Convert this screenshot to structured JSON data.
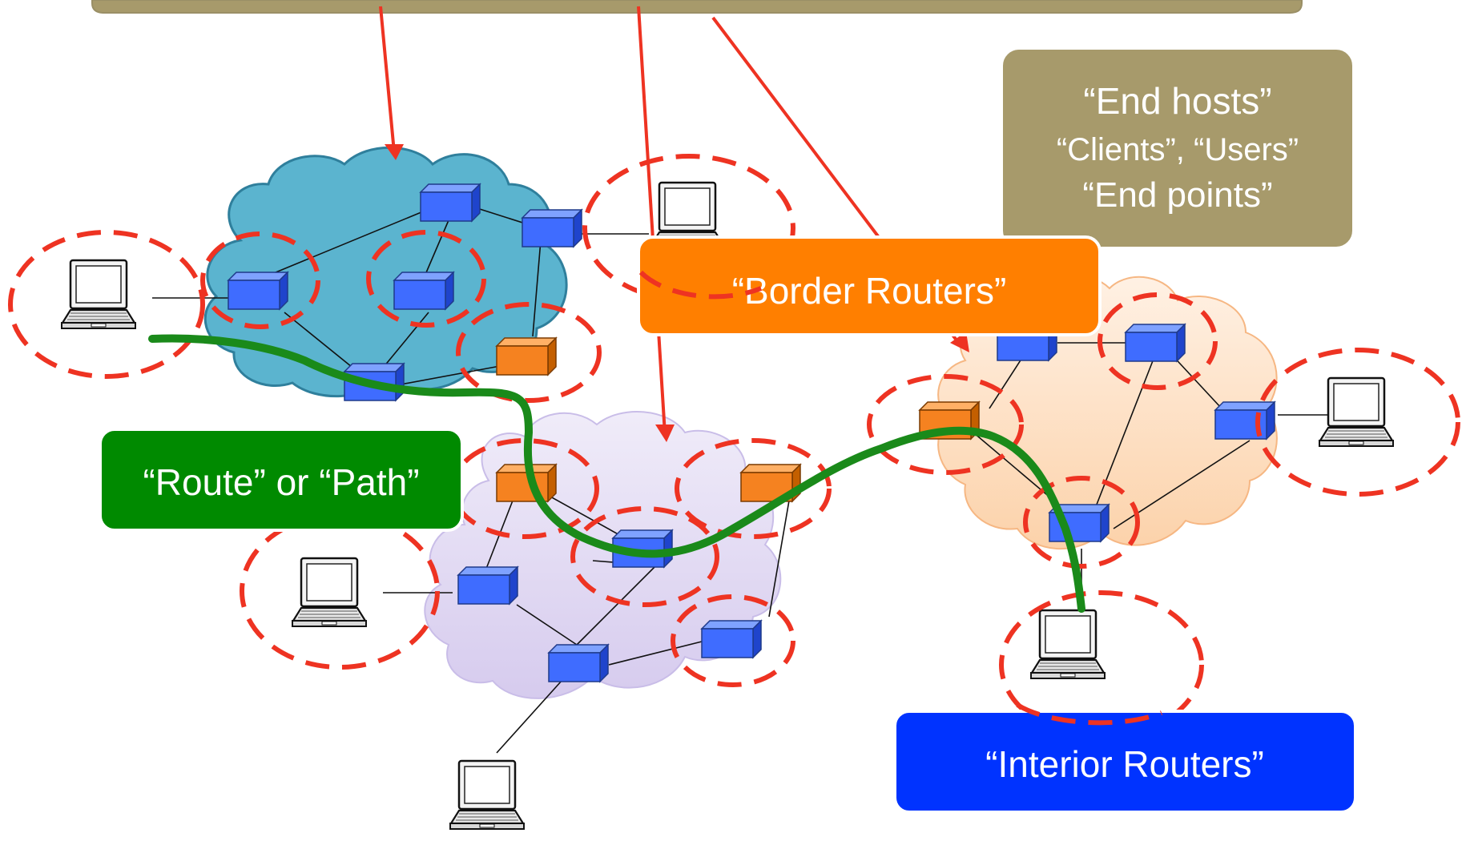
{
  "labels": {
    "end_hosts_lines": [
      "“End hosts”",
      "“Clients”, “Users”",
      "“End points”"
    ],
    "border_routers": "“Border Routers”",
    "route_or_path": "“Route” or “Path”",
    "interior_routers": "“Interior Routers”"
  },
  "colors": {
    "cloud_blue": "#5bb4cf",
    "cloud_purple": "#e1daf1",
    "cloud_peach": "#fddcbd",
    "router_blue": "#3366ff",
    "router_orange": "#f58220",
    "highlight_dash": "#ee3322",
    "path_green": "#1a8a1a",
    "box_tan": "#a79a6b",
    "box_orange": "#ff7f00",
    "box_green": "#008a00",
    "box_blue": "#0033ff",
    "top_banner": "#a79a6b"
  }
}
